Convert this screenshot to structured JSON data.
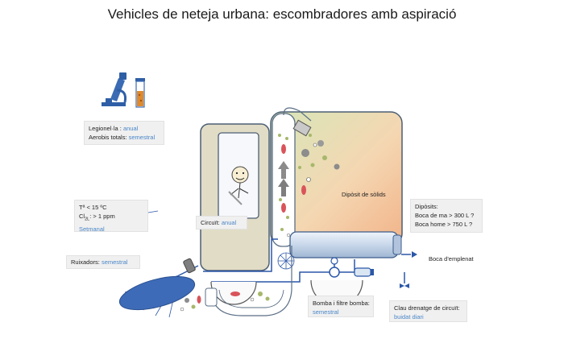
{
  "title": "Vehicles de neteja urbana: escombradores amb aspiració",
  "boxes": {
    "legionella": {
      "label": "Legionel·la :",
      "value": "anual"
    },
    "aerobis": {
      "label": "Aerobis totals:",
      "value": "semestral"
    },
    "temp": {
      "text": "Tª < 15 ºC"
    },
    "chlorine": {
      "prefix": "Cl",
      "sub": "2L",
      "suffix": ": > 1 ppm"
    },
    "setmanal": {
      "value": "Setmanal"
    },
    "circuit": {
      "label": "Circuït:",
      "value": "anual"
    },
    "ruixadors": {
      "label": "Ruixadors:",
      "value": "semestral"
    },
    "diposits": {
      "title": "Dipòsits:",
      "line1": "Boca de ma > 300 L  ?",
      "line2": "Boca home > 750 L  ?"
    },
    "bomba": {
      "label": "Bomba i filtre bomba:",
      "value": "semestral"
    },
    "clau": {
      "label": "Clau drenatge de circuït:",
      "value": "buidat diari"
    }
  },
  "labels": {
    "diposit_solids": "Dipòsit de sòlids",
    "boca_emplenat": "Boca d'emplenat"
  }
}
